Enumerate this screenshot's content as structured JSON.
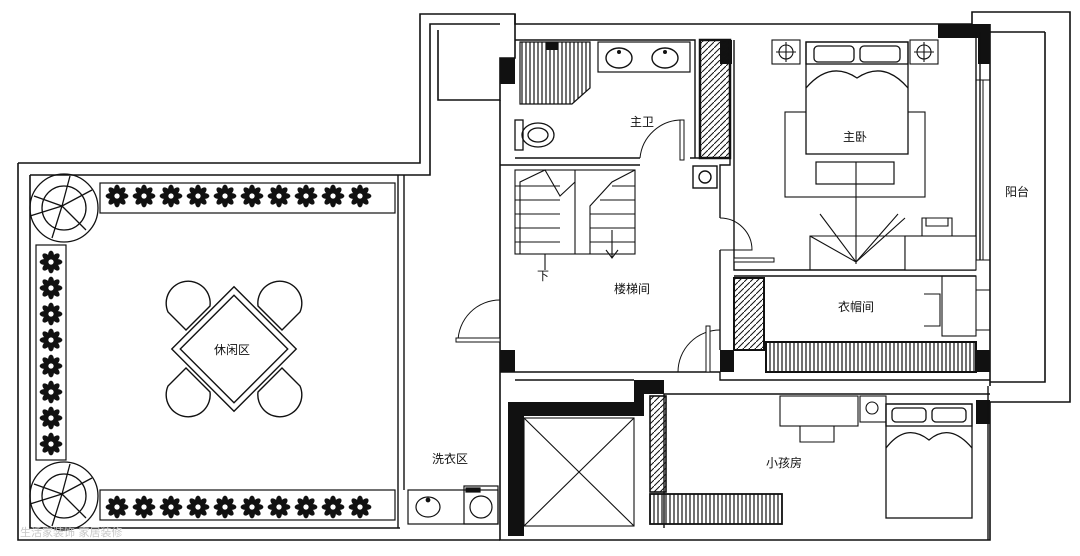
{
  "labels": {
    "master_bath": "主卫",
    "master_bedroom": "主卧",
    "balcony": "阳台",
    "stairwell": "楼梯间",
    "down": "下",
    "walkin_closet": "衣帽间",
    "leisure_area": "休闲区",
    "laundry_area": "洗衣区",
    "kids_room": "小孩房"
  },
  "watermark": "生活家装饰 家居装修"
}
